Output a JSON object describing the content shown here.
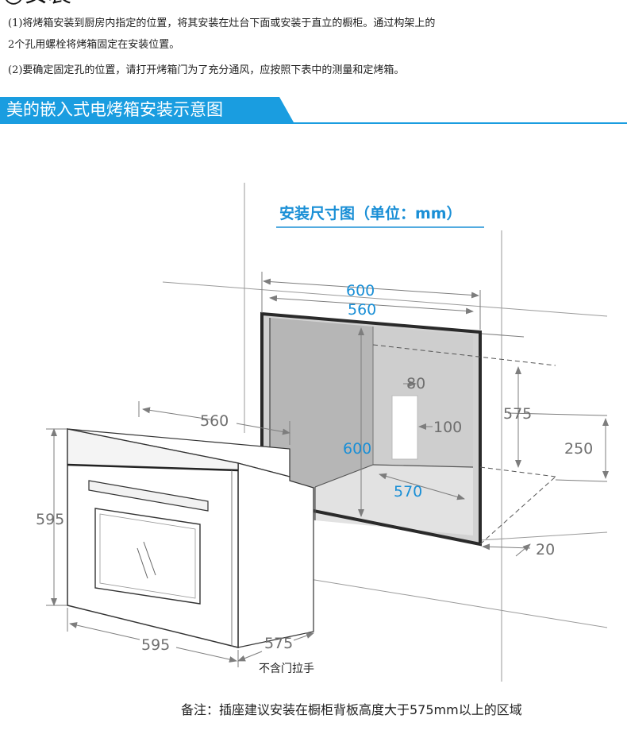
{
  "header": {
    "section_title": "◎安装",
    "paragraph_1_line_1": "(1)将烤箱安装到厨房内指定的位置，将其安装在灶台下面或安装于直立的橱柜。通过构架上的",
    "paragraph_1_line_2": "2个孔用螺栓将烤箱固定在安装位置。",
    "paragraph_2": "(2)要确定固定孔的位置，请打开烤箱门为了充分通风，应按照下表中的测量和定烤箱。"
  },
  "banner": {
    "title": "美的嵌入式电烤箱安装示意图",
    "color": "#1a9de0"
  },
  "diagram": {
    "title": "安装尺寸图（单位：mm）",
    "accent_color": "#1a8fd6",
    "dimensions": {
      "cabinet_outer_width": "600",
      "cabinet_inner_width": "560",
      "cabinet_height": "600",
      "cabinet_height_right": "575",
      "cabinet_depth": "570",
      "vent_width": "80",
      "vent_height": "100",
      "socket_height": "250",
      "front_gap": "20",
      "oven_depth_top": "560",
      "oven_height": "595",
      "oven_width": "595",
      "oven_depth": "575"
    },
    "oven_note": "不含门拉手"
  },
  "footer": {
    "note": "备注：插座建议安装在橱柜背板高度大于575mm以上的区域"
  }
}
